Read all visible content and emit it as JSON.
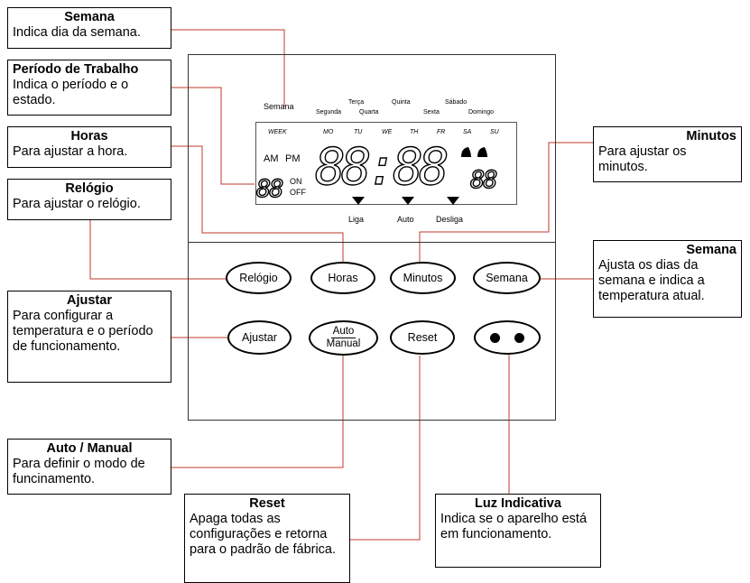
{
  "device": {
    "semana_label": "Semana",
    "days_pt": [
      "Segunda",
      "Terça",
      "Quarta",
      "Quinta",
      "Sexta",
      "Sábado",
      "Domingo"
    ],
    "week_label": "WEEK",
    "days_abbr": [
      "MO",
      "TU",
      "WE",
      "TH",
      "FR",
      "SA",
      "SU"
    ],
    "am": "AM",
    "pm": "PM",
    "on": "ON",
    "off": "OFF",
    "seg_small": "88",
    "seg_main": "88:88",
    "seg_right": "88",
    "liga": "Liga",
    "auto": "Auto",
    "desliga": "Desliga",
    "buttons": {
      "relogio": "Relógio",
      "horas": "Horas",
      "minutos": "Minutos",
      "semana": "Semana",
      "ajustar": "Ajustar",
      "auto_top": "Auto",
      "auto_bottom": "Manual",
      "reset": "Reset"
    }
  },
  "callouts": {
    "semana_top": {
      "title": "Semana",
      "desc": "Indica dia da semana."
    },
    "periodo": {
      "title": "Período de Trabalho",
      "desc": "Indica o período e o estado."
    },
    "horas": {
      "title": "Horas",
      "desc": "Para ajustar a hora."
    },
    "relogio": {
      "title": "Relógio",
      "desc": "Para ajustar o relógio."
    },
    "ajustar": {
      "title": "Ajustar",
      "desc": "Para configurar a temperatura e o período de funcionamento."
    },
    "auto_manual": {
      "title": "Auto / Manual",
      "desc": "Para definir o modo de funcinamento."
    },
    "reset": {
      "title": "Reset",
      "desc": "Apaga todas as configurações e retorna para o padrão de fábrica."
    },
    "luz": {
      "title": "Luz Indicativa",
      "desc": "Indica se o aparelho está em funcionamento."
    },
    "minutos": {
      "title": "Minutos",
      "desc": "Para ajustar os minutos."
    },
    "semana_right": {
      "title": "Semana",
      "desc": "Ajusta os dias da semana e indica a temperatura atual."
    }
  },
  "colors": {
    "leader_line": "#c0392b"
  }
}
